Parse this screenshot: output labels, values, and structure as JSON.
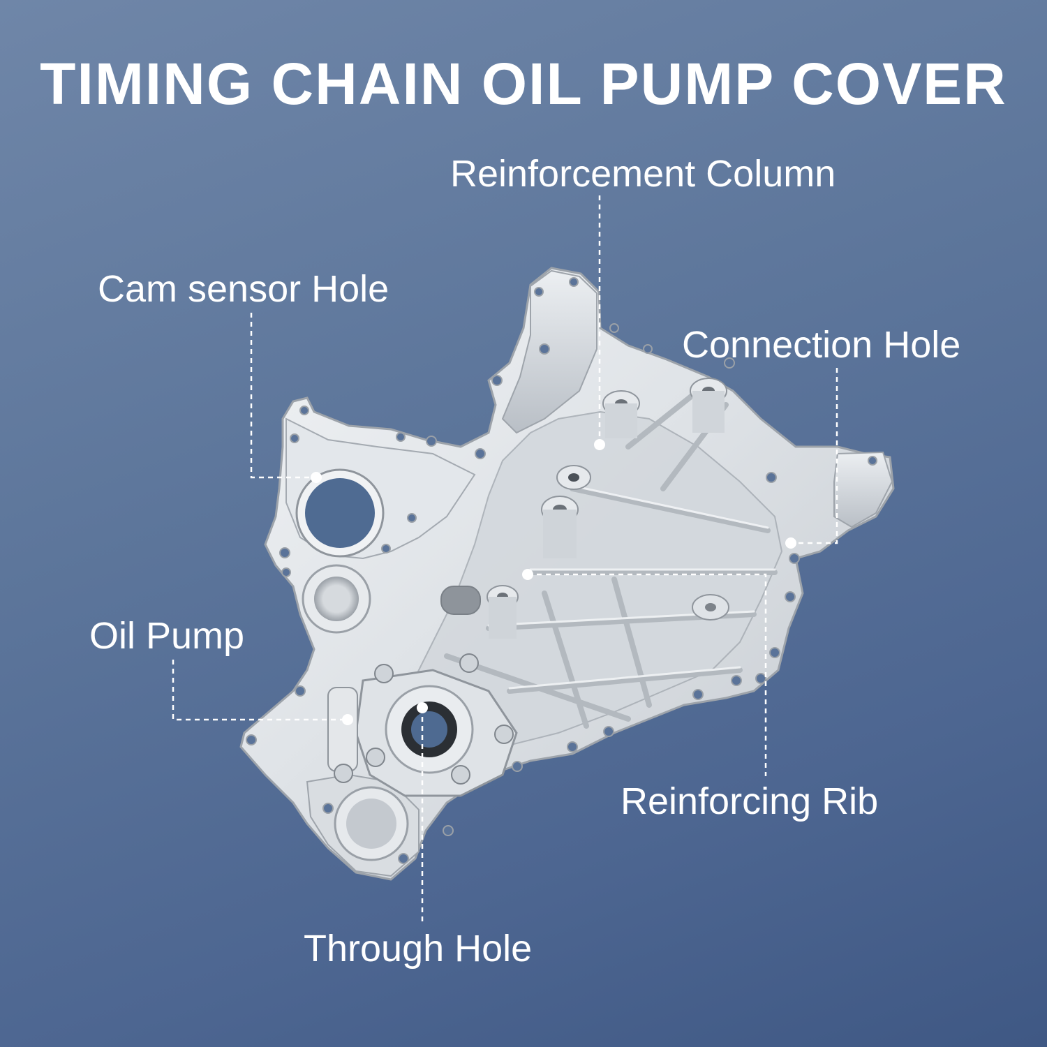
{
  "title": "TIMING CHAIN OIL PUMP COVER",
  "callouts": {
    "reinforcement_column": "Reinforcement Column",
    "cam_sensor_hole": "Cam sensor Hole",
    "connection_hole": "Connection Hole",
    "oil_pump": "Oil Pump",
    "reinforcing_rib": "Reinforcing Rib",
    "through_hole": "Through Hole"
  },
  "colors": {
    "background_top": "#6f86a8",
    "background_bottom": "#3f5884",
    "metal_light": "#e9ecef",
    "metal_mid": "#c9ced4",
    "metal_dark": "#8f959c",
    "leader": "#ffffff"
  }
}
